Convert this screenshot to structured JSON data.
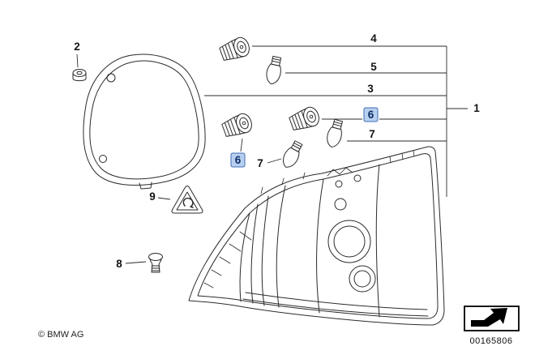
{
  "diagram": {
    "callouts": [
      {
        "label": "1",
        "highlighted": false
      },
      {
        "label": "2",
        "highlighted": false
      },
      {
        "label": "3",
        "highlighted": false
      },
      {
        "label": "4",
        "highlighted": false
      },
      {
        "label": "5",
        "highlighted": false
      },
      {
        "label": "6",
        "highlighted": true
      },
      {
        "label": "7",
        "highlighted": false
      },
      {
        "label": "8",
        "highlighted": false
      },
      {
        "label": "9",
        "highlighted": false
      }
    ],
    "colors": {
      "highlight_fill": "#b8d0ef",
      "highlight_border": "#3e6db6",
      "highlight_text": "#0d2d66",
      "line_color": "#2b2b2b"
    },
    "footer": {
      "copyright": "© BMW AG",
      "document_number": "00165806"
    },
    "icons": {
      "nav_arrow": "arrow-up-right-icon",
      "warning_triangle": "bulb-warning-triangle-icon"
    }
  }
}
